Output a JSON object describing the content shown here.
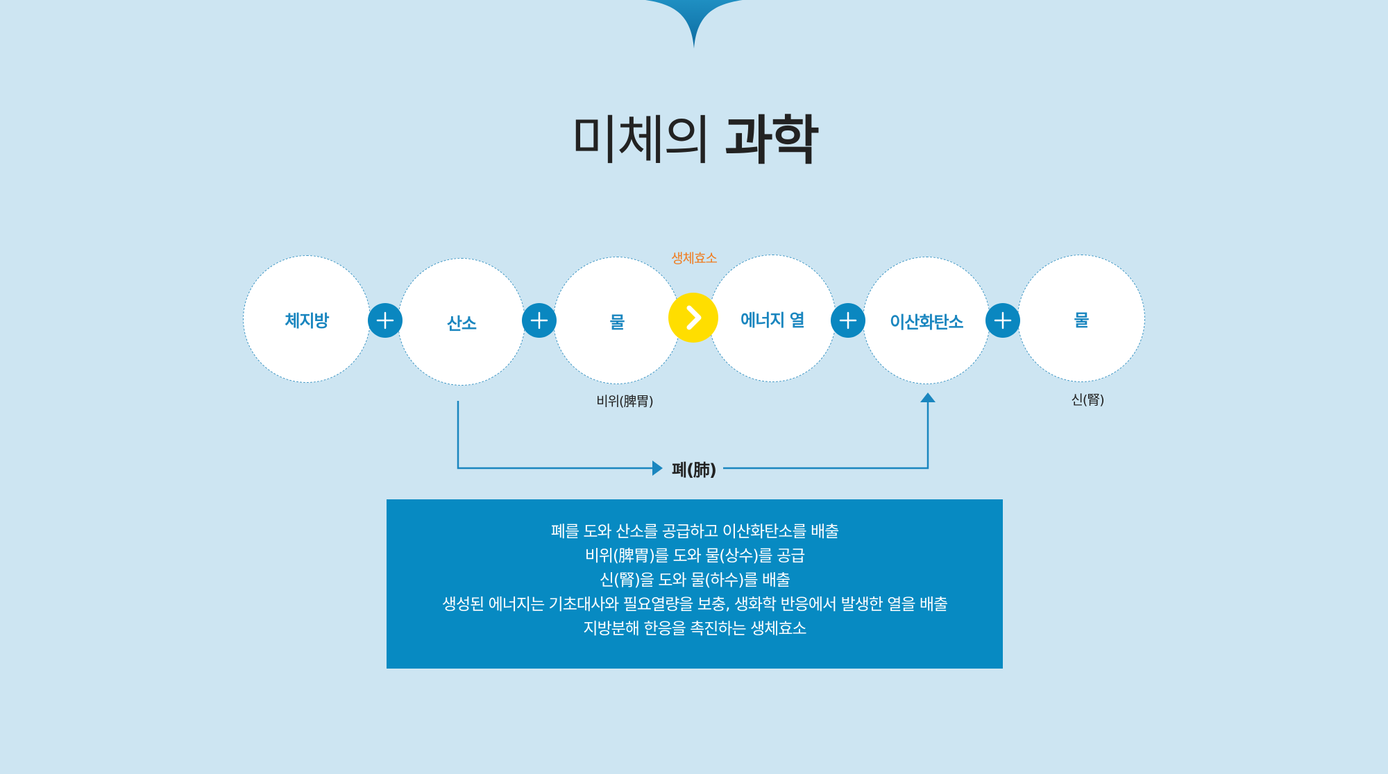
{
  "title": {
    "light": "미체의",
    "bold": "과학"
  },
  "flow": {
    "nodes": [
      {
        "label": "체지방"
      },
      {
        "label": "산소"
      },
      {
        "label": "물"
      },
      {
        "label": "에너지 열"
      },
      {
        "label": "이산화탄소"
      },
      {
        "label": "물"
      }
    ],
    "enzyme_label": "생체효소",
    "organ_spleen": "비위(脾胃)",
    "organ_kidney": "신(腎)",
    "organ_lungs": "폐(肺)"
  },
  "description": {
    "lines": [
      "폐를 도와 산소를 공급하고 이산화탄소를 배출",
      "비위(脾胃)를 도와 물(상수)를 공급",
      "신(腎)을 도와 물(하수)를 배출",
      "생성된 에너지는 기초대사와 필요열량을 보충, 생화학 반응에서 발생한 열을 배출",
      "지방분해 한응을 촉진하는 생체효소"
    ]
  },
  "colors": {
    "background": "#cde5f2",
    "accent_blue": "#0a87c0",
    "node_text": "#1a86bf",
    "enzyme_orange": "#f07b1d",
    "arrow_yellow": "#ffde00"
  }
}
